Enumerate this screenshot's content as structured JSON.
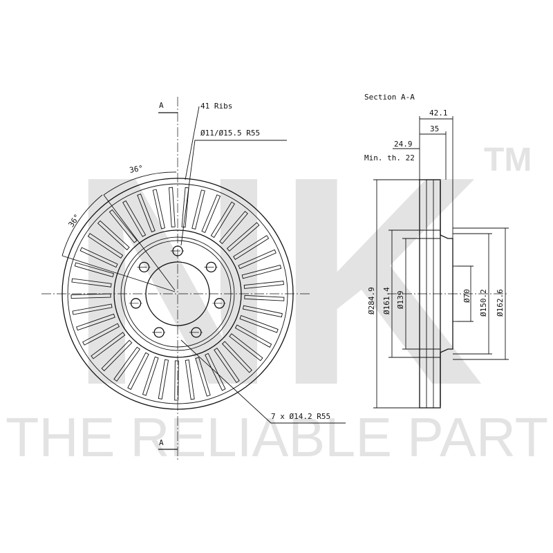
{
  "watermark": {
    "brand": "NK",
    "trademark": "TM",
    "slogan": "THE RELIABLE PART"
  },
  "front_view": {
    "section_marker_top": "A",
    "section_marker_bottom": "A",
    "ribs_label": "41 Ribs",
    "center_hole_label": "Ø11/Ø15.5   R55",
    "angle_label_1": "36°",
    "angle_label_2": "36°",
    "bolt_hole_label": "7 x Ø14.2   R55",
    "rib_count": 41,
    "bolt_hole_count": 7
  },
  "section_view": {
    "title": "Section A-A",
    "dim_total_width": "42.1",
    "dim_hat_depth": "35",
    "dim_thickness": "24.9",
    "min_thickness": "Min. th. 22",
    "dim_outer_diameter": "Ø284.9",
    "dim_hat_outer": "Ø161.4",
    "dim_hat_inner": "Ø139",
    "dim_bore": "Ø70",
    "dim_pcd": "Ø150.2",
    "dim_hub_outer": "Ø162.6"
  }
}
